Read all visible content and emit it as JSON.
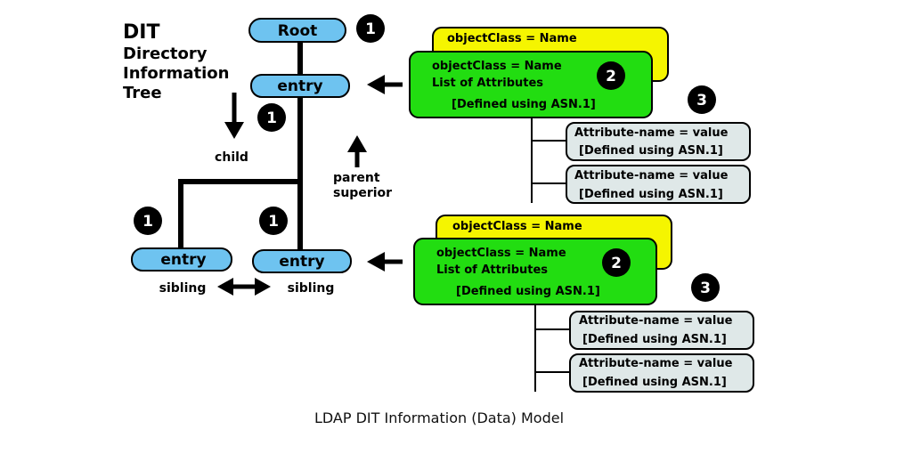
{
  "title": {
    "line1": "DIT",
    "line2": "Directory",
    "line3": "Information",
    "line4": "Tree"
  },
  "nodes": {
    "root": "Root",
    "entry": "entry",
    "entry_left": "entry",
    "entry_right": "entry"
  },
  "badges": {
    "one": "1",
    "two": "2",
    "three": "3"
  },
  "labels": {
    "child": "child",
    "parent": "parent",
    "superior": "superior",
    "sibling_left": "sibling",
    "sibling_right": "sibling"
  },
  "schema_top": {
    "back_card": "objectClass = Name",
    "front_line1": "objectClass = Name",
    "front_line2": "List of Attributes",
    "front_line3": "[Defined using ASN.1]",
    "attrs": [
      {
        "line1": "Attribute-name = value",
        "line2": "[Defined using ASN.1]"
      },
      {
        "line1": "Attribute-name = value",
        "line2": "[Defined using ASN.1]"
      }
    ]
  },
  "schema_bottom": {
    "back_card": "objectClass = Name",
    "front_line1": "objectClass = Name",
    "front_line2": "List of Attributes",
    "front_line3": "[Defined using ASN.1]",
    "attrs": [
      {
        "line1": "Attribute-name = value",
        "line2": "[Defined using ASN.1]"
      },
      {
        "line1": "Attribute-name = value",
        "line2": "[Defined using ASN.1]"
      }
    ]
  },
  "colors": {
    "node_fill": "#6ec3f0",
    "front_card": "#22dd11",
    "back_card": "#f5f500",
    "attr_card": "#dfe8e8",
    "badge": "#000000"
  },
  "caption": "LDAP DIT Information (Data) Model"
}
